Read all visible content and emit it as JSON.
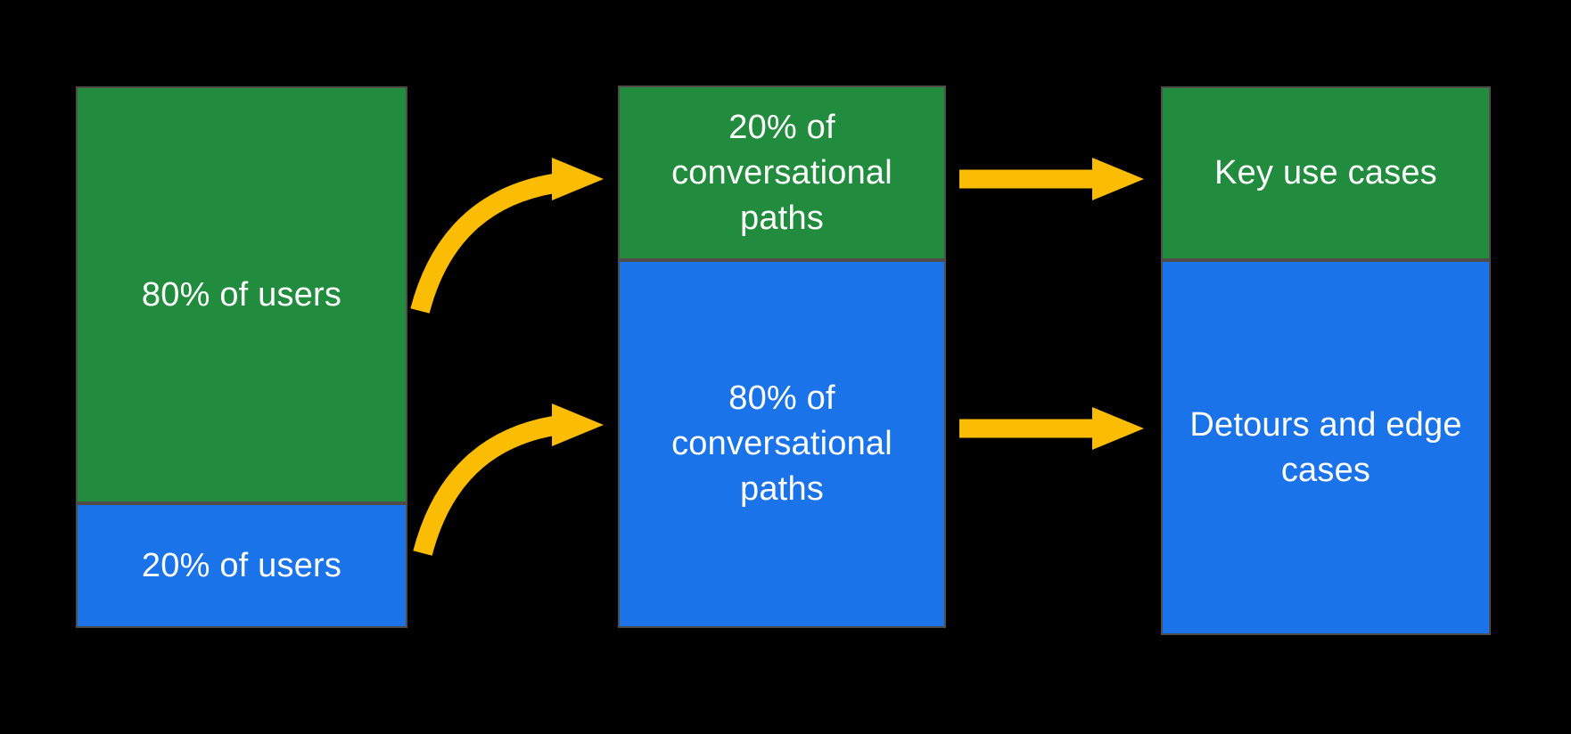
{
  "diagram": {
    "description": "80/20 funnel diagram: users to conversational paths to outcome categories",
    "colors": {
      "background": "#000000",
      "green": "#228C3E",
      "blue": "#1A73E8",
      "arrow_yellow": "#FBBC04",
      "border": "#4F4C49",
      "text": "#FFFFFF"
    },
    "columns": [
      {
        "name": "users",
        "segments": [
          {
            "color": "green",
            "share": "80%",
            "label": "80% of users"
          },
          {
            "color": "blue",
            "share": "20%",
            "label": "20% of users"
          }
        ]
      },
      {
        "name": "conversational-paths",
        "segments": [
          {
            "color": "green",
            "share": "20%",
            "label": "20% of conversational paths"
          },
          {
            "color": "blue",
            "share": "80%",
            "label": "80% of conversational paths"
          }
        ]
      },
      {
        "name": "outcomes",
        "segments": [
          {
            "color": "green",
            "label": "Key use cases"
          },
          {
            "color": "blue",
            "label": "Detours and edge cases"
          }
        ]
      }
    ],
    "arrows": [
      {
        "name": "curved-arrow-top",
        "from": "80% of users",
        "to": "20% of conversational paths"
      },
      {
        "name": "curved-arrow-bottom",
        "from": "20% of users",
        "to": "80% of conversational paths"
      },
      {
        "name": "straight-arrow-top",
        "from": "20% of conversational paths",
        "to": "Key use cases"
      },
      {
        "name": "straight-arrow-bottom",
        "from": "80% of conversational paths",
        "to": "Detours and edge cases"
      }
    ]
  }
}
